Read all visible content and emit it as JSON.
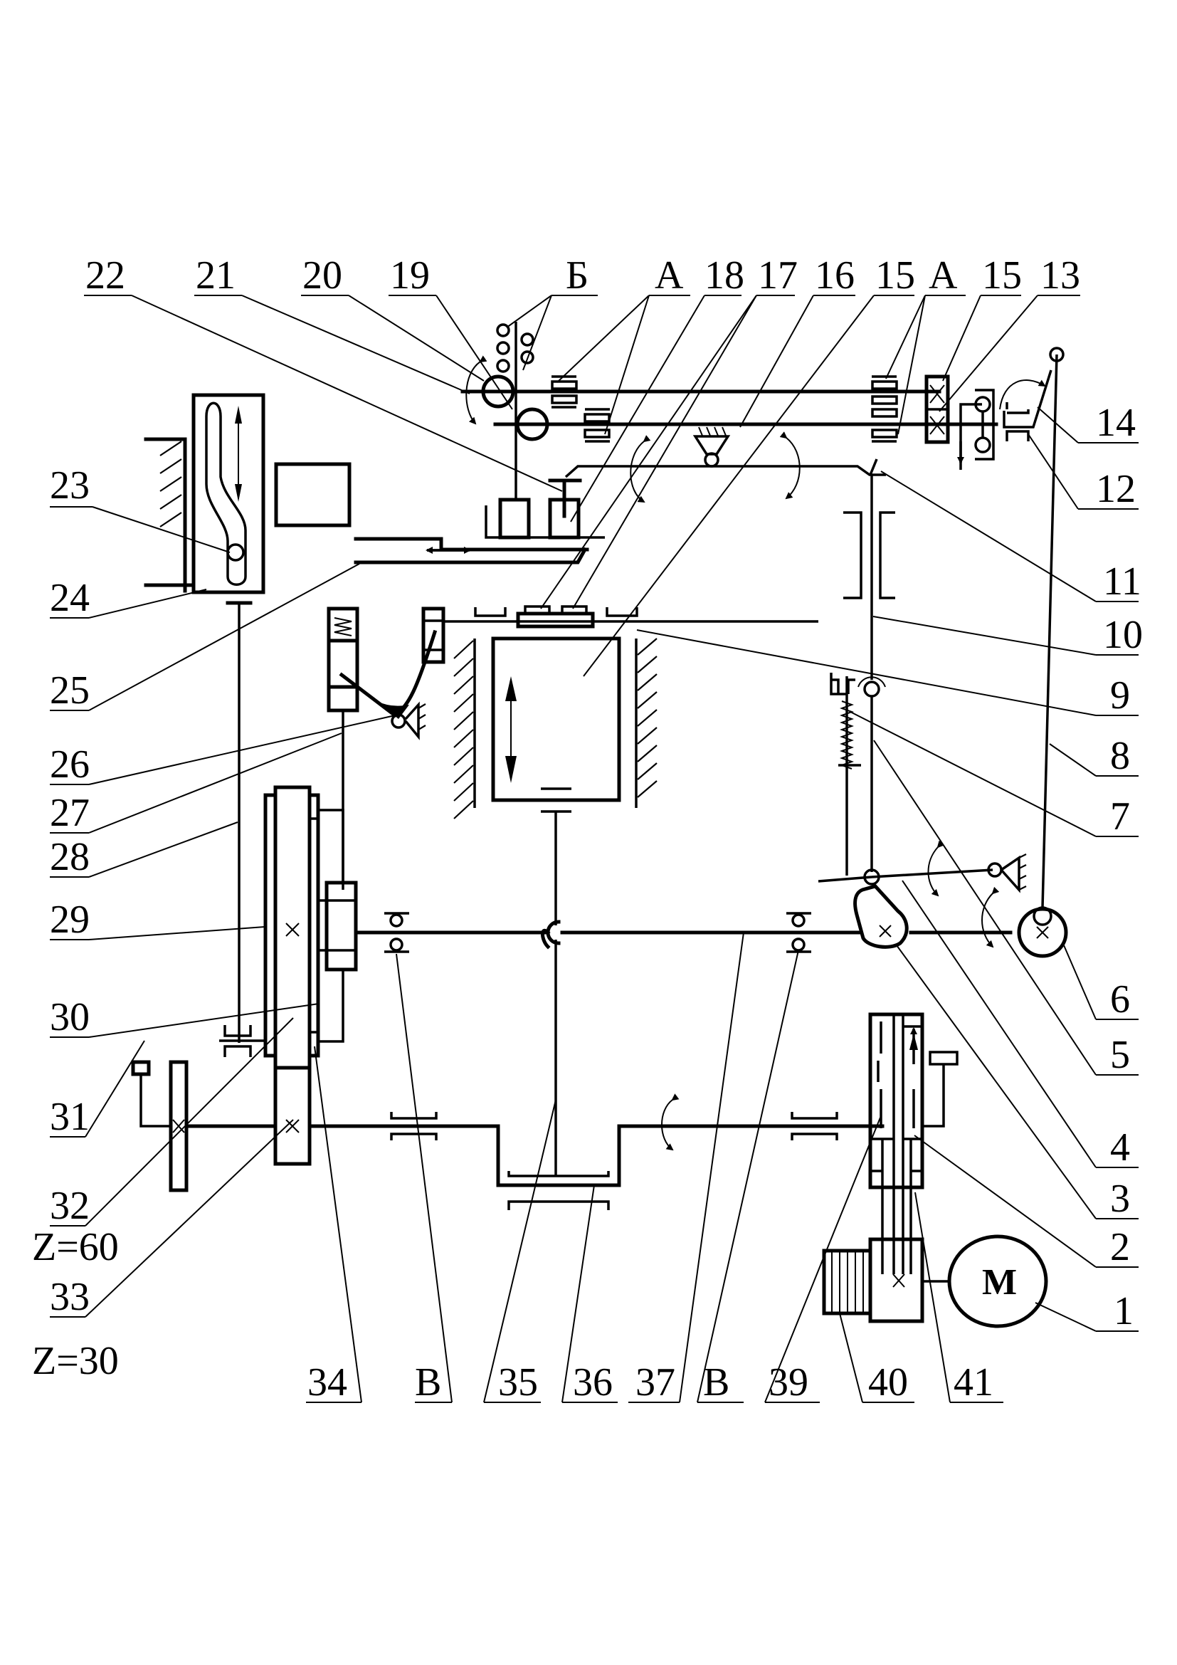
{
  "diagram": {
    "type": "kinematic-scheme",
    "top_labels": [
      "22",
      "21",
      "20",
      "19",
      "Б",
      "А",
      "18",
      "17",
      "16",
      "15",
      "А",
      "15",
      "13"
    ],
    "left_labels": [
      "23",
      "24",
      "25",
      "26",
      "27",
      "28",
      "29",
      "30",
      "31",
      "32",
      "33"
    ],
    "right_labels": [
      "14",
      "12",
      "11",
      "10",
      "9",
      "8",
      "7",
      "6",
      "5",
      "4",
      "3",
      "2",
      "1"
    ],
    "bottom_labels": [
      "34",
      "В",
      "35",
      "36",
      "37",
      "В",
      "39",
      "40",
      "41"
    ],
    "gear_notes": {
      "z32": "Z=60",
      "z33": "Z=30"
    },
    "motor_symbol": "M"
  }
}
